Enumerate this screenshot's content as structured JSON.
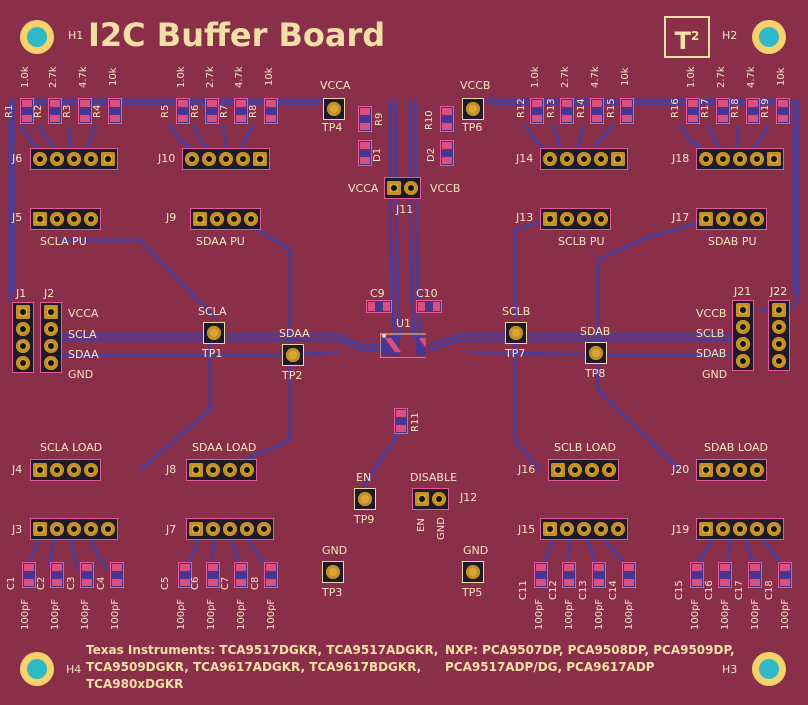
{
  "board": {
    "title": "I2C Buffer Board",
    "logo": "T",
    "logo_sup": "2",
    "colors": {
      "substrate": "#8a2f4a",
      "trace": "#4a3d9a",
      "silkscreen": "#f4e6c0",
      "copper": "#d8a637"
    }
  },
  "mounting_holes": [
    "H1",
    "H2",
    "H3",
    "H4"
  ],
  "top_left": {
    "resistors": [
      "R1",
      "R2",
      "R3",
      "R4"
    ],
    "values": [
      "1.0k",
      "2.7k",
      "4.7k",
      "10k"
    ],
    "header": "J6",
    "pu_header": "J5",
    "pu_label": "SCLA PU"
  },
  "top_left2": {
    "resistors": [
      "R5",
      "R6",
      "R7",
      "R8"
    ],
    "values": [
      "1.0k",
      "2.7k",
      "4.7k",
      "10k"
    ],
    "header": "J10",
    "pu_header": "J9",
    "pu_label": "SDAA PU"
  },
  "top_right1": {
    "resistors": [
      "R12",
      "R13",
      "R14",
      "R15"
    ],
    "values": [
      "1.0k",
      "2.7k",
      "4.7k",
      "10k"
    ],
    "header": "J14",
    "pu_header": "J13",
    "pu_label": "SCLB PU"
  },
  "top_right2": {
    "resistors": [
      "R16",
      "R17",
      "R18",
      "R19"
    ],
    "values": [
      "1.0k",
      "2.7k",
      "4.7k",
      "10k"
    ],
    "header": "J18",
    "pu_header": "J17",
    "pu_label": "SDAB PU"
  },
  "center_top": {
    "vcca": "VCCA",
    "vccb": "VCCB",
    "tp4": "TP4",
    "tp6": "TP6",
    "r9": "R9",
    "r10": "R10",
    "d1": "D1",
    "d2": "D2",
    "j11": "J11",
    "j11_a": "VCCA",
    "j11_b": "VCCB"
  },
  "left_conn": {
    "j1": "J1",
    "j2": "J2",
    "labels": [
      "VCCA",
      "SCLA",
      "SDAA",
      "GND"
    ]
  },
  "right_conn": {
    "j21": "J21",
    "j22": "J22",
    "labels": [
      "VCCB",
      "SCLB",
      "SDAB",
      "GND"
    ]
  },
  "testpoints": {
    "tp1_label": "SCLA",
    "tp1": "TP1",
    "tp2_label": "SDAA",
    "tp2": "TP2",
    "tp7_label": "SCLB",
    "tp7": "TP7",
    "tp8_label": "SDAB",
    "tp8": "TP8",
    "tp9_label": "EN",
    "tp9": "TP9",
    "tp3_label": "GND",
    "tp3": "TP3",
    "tp5_label": "GND",
    "tp5": "TP5"
  },
  "center": {
    "c9": "C9",
    "c10": "C10",
    "u1": "U1",
    "r11": "R11",
    "disable": "DISABLE",
    "j12": "J12",
    "en": "EN",
    "gnd": "GND"
  },
  "loads": {
    "j4": "J4",
    "j4_label": "SCLA LOAD",
    "j8": "J8",
    "j8_label": "SDAA LOAD",
    "j16": "J16",
    "j16_label": "SCLB LOAD",
    "j20": "J20",
    "j20_label": "SDAB LOAD",
    "j3": "J3",
    "j7": "J7",
    "j15": "J15",
    "j19": "J19"
  },
  "caps": {
    "group1": [
      "C1",
      "C2",
      "C3",
      "C4"
    ],
    "group2": [
      "C5",
      "C6",
      "C7",
      "C8"
    ],
    "group3": [
      "C11",
      "C12",
      "C13",
      "C14"
    ],
    "group4": [
      "C15",
      "C16",
      "C17",
      "C18"
    ],
    "value": "100pF"
  },
  "notes": {
    "ti_line1": "Texas Instruments: TCA9517DGKR, TCA9517ADGKR,",
    "ti_line2": "TCA9509DGKR, TCA9617ADGKR, TCA9617BDGKR,",
    "ti_line3": "TCA980xDGKR",
    "nxp_line1": "NXP: PCA9507DP, PCA9508DP, PCA9509DP,",
    "nxp_line2": "PCA9517ADP/DG, PCA9617ADP"
  }
}
